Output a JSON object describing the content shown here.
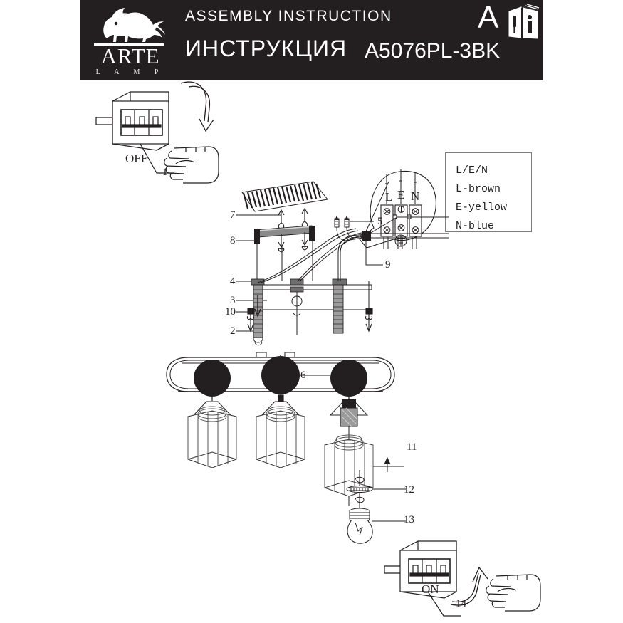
{
  "header": {
    "brand_name": "ARTE",
    "brand_sub": "L A M P",
    "brand_logo_icon": "winged-lion-icon",
    "title_en": "ASSEMBLY  INSTRUCTION",
    "title_ru": "ИНСТРУКЦИЯ",
    "model": "A5076PL-3BK",
    "class_letter": "A",
    "manual_icon": "instruction-booklet-icon",
    "bg_color": "#231f20",
    "text_color": "#ffffff"
  },
  "legend": {
    "lines": [
      "L/E/N",
      "L-brown",
      "E-yellow",
      "N-blue"
    ]
  },
  "switch_off": {
    "label": "OFF",
    "callout": "1",
    "hand_icon": "hand-icon",
    "arrow_icon": "arrow-down-icon"
  },
  "switch_on": {
    "label": "ON",
    "callout": "14",
    "hand_icon": "hand-icon",
    "arrow_icon": "arrow-up-icon"
  },
  "terminal_block": {
    "markings": [
      "L",
      "E",
      "N"
    ],
    "earth_icon": "earth-ground-icon"
  },
  "callouts": {
    "c1": "1",
    "c2": "2",
    "c3": "3",
    "c4": "4",
    "c5": "5",
    "c6": "6",
    "c7": "7",
    "c8": "8",
    "c9": "9",
    "c10": "10",
    "c11": "11",
    "c12": "12",
    "c13": "13",
    "c14": "14"
  },
  "fixture": {
    "shade_count": 3,
    "knob_icon": "round-knob-icon",
    "shade_icon": "hexagonal-glass-shade-icon",
    "bulb_icon": "light-bulb-icon",
    "ring_icon": "retaining-ring-icon"
  }
}
